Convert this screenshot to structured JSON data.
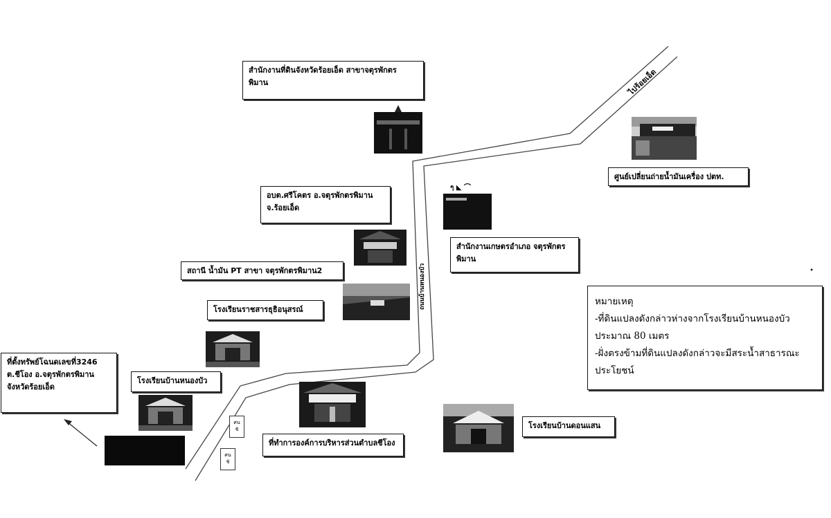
{
  "labels": {
    "land_office": "สำนักงานที่ดินจังหวัดร้อยเอ็ด สาขาจตุรพักตร\nพิมาน",
    "ptt_center": "ศูนย์เปลี่ยนถ่ายน้ำมันเครื่อง ปตท.",
    "sao_srikot": "อบต.ศรีโคตร อ.จตุรพักตรพิมาน\nจ.ร้อยเอ็ด",
    "agri_office": "สำนักงานเกษตรอำเภอ จตุรพักตร\nพิมาน",
    "pt_station": "สถานี น้ำมัน PT สาขา จตุรพักตรพิมาน2",
    "school_ratsamran": "โรงเรียนราชสารธุธิอนุสรณ์",
    "school_nongbua": "โรงเรียนบ้านหนองบัว",
    "property": "ที่ตั้งทรัพย์โฉนดเลขที่3246\nต.ชีโอง อ.จตุรพักตรพิมาน\nจังหวัดร้อยเอ็ด",
    "sao_office": "ที่ทำการองค์การบริหารส่วนตำบลชีโอง",
    "school_donsaen": "โรงเรียนบ้านดอนแสน",
    "road_roiet": "ไปร้อยเอ็ด",
    "road_main": "ถนนบ้านหนองบัว",
    "small_1": "ศน\nชิ",
    "small_2": "ศน\nชิ",
    "mark_text": "ๆ ◣ ⌒"
  },
  "legend": {
    "title": "หมายเหตุ",
    "line1": "-ที่ดินแปลงดังกล่าวห่างจากโรงเรียนบ้านหนองบัว",
    "line2": "ประมาณ 80 เมตร",
    "line3": "-ฝั่งตรงข้ามที่ดินแปลงดังกล่าวจะมีสระน้ำสาธารณะ",
    "line4": "ประโยชน์"
  }
}
